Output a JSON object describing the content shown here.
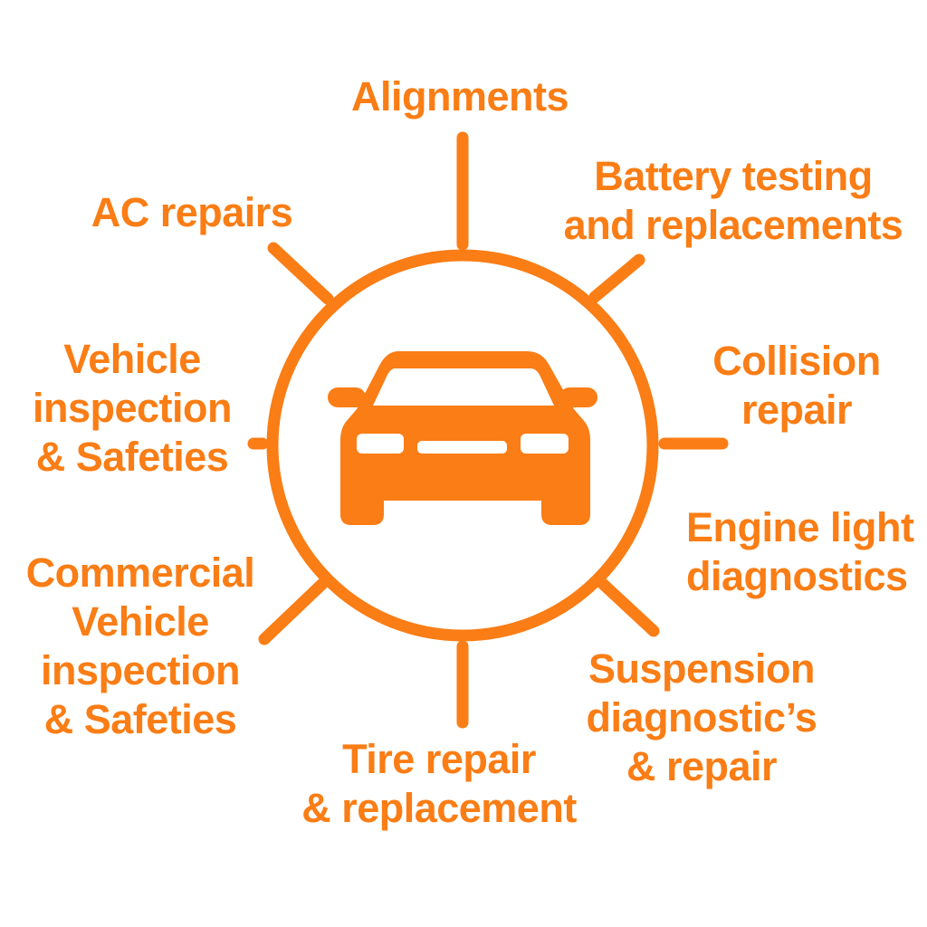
{
  "colors": {
    "accent": "#FA7D15",
    "background": "#FFFFFF"
  },
  "center_icon": "car-front-icon",
  "services": {
    "alignments": [
      "Alignments"
    ],
    "battery": [
      "Battery testing",
      "and replacements"
    ],
    "ac": [
      "AC repairs"
    ],
    "collision": [
      "Collision",
      "repair"
    ],
    "vehicle_inspection": [
      "Vehicle",
      "inspection",
      "& Safeties"
    ],
    "engine_light": [
      "Engine light",
      "diagnostics"
    ],
    "commercial": [
      "Commercial",
      "Vehicle",
      "inspection",
      "& Safeties"
    ],
    "suspension": [
      "Suspension",
      "diagnostic’s",
      "& repair"
    ],
    "tire": [
      "Tire repair",
      "& replacement"
    ]
  }
}
